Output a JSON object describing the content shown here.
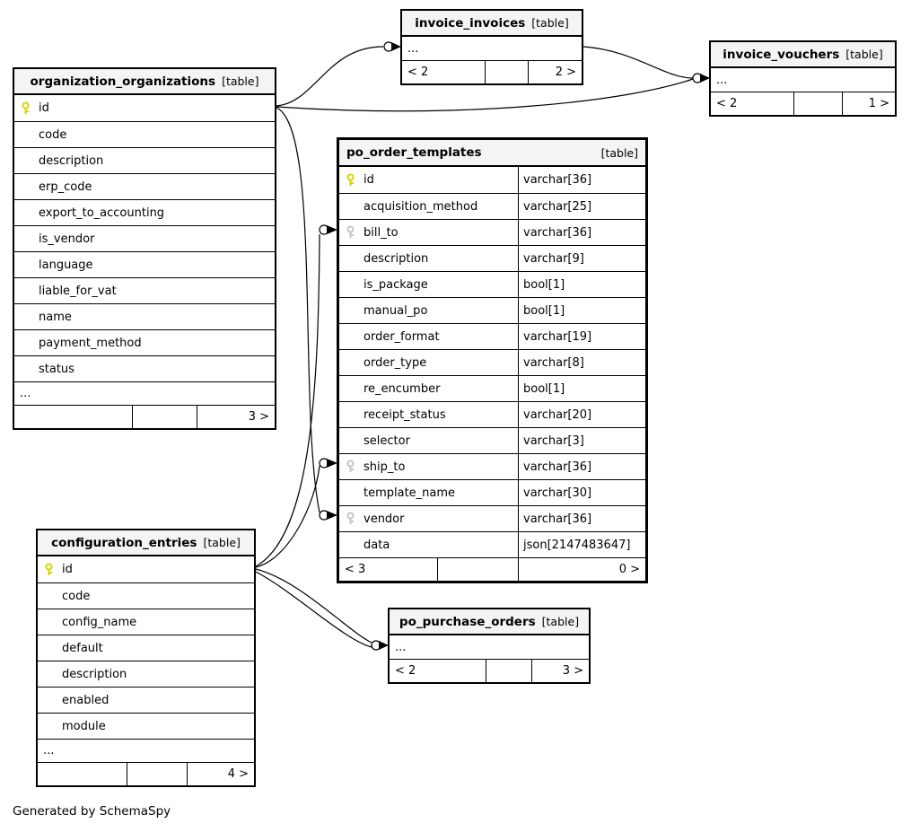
{
  "diagram": {
    "generated_note": "Generated by SchemaSpy",
    "colors": {
      "pk_key": "#d6d600",
      "fk_key": "#c6c6c6",
      "header_bg": "#f4f4f4",
      "border": "#000000",
      "background": "#ffffff"
    },
    "tables": [
      {
        "name": "organization_organizations",
        "tag": "[table]",
        "columns": [
          {
            "name": "id",
            "key": "pk"
          },
          {
            "name": "code"
          },
          {
            "name": "description"
          },
          {
            "name": "erp_code"
          },
          {
            "name": "export_to_accounting"
          },
          {
            "name": "is_vendor"
          },
          {
            "name": "language"
          },
          {
            "name": "liable_for_vat"
          },
          {
            "name": "name"
          },
          {
            "name": "payment_method"
          },
          {
            "name": "status"
          },
          {
            "name": "...",
            "ellipsis": true
          }
        ],
        "footer": {
          "left": "",
          "mid": "",
          "right": "3 >"
        }
      },
      {
        "name": "invoice_invoices",
        "tag": "[table]",
        "columns": [
          {
            "name": "...",
            "ellipsis": true
          }
        ],
        "footer": {
          "left": "< 2",
          "mid": "",
          "right": "2 >"
        }
      },
      {
        "name": "invoice_vouchers",
        "tag": "[table]",
        "columns": [
          {
            "name": "...",
            "ellipsis": true
          }
        ],
        "footer": {
          "left": "< 2",
          "mid": "",
          "right": "1 >"
        }
      },
      {
        "name": "po_order_templates",
        "tag": "[table]",
        "show_types": true,
        "columns": [
          {
            "name": "id",
            "type": "varchar[36]",
            "key": "pk"
          },
          {
            "name": "acquisition_method",
            "type": "varchar[25]"
          },
          {
            "name": "bill_to",
            "type": "varchar[36]",
            "key": "fk"
          },
          {
            "name": "description",
            "type": "varchar[9]"
          },
          {
            "name": "is_package",
            "type": "bool[1]"
          },
          {
            "name": "manual_po",
            "type": "bool[1]"
          },
          {
            "name": "order_format",
            "type": "varchar[19]"
          },
          {
            "name": "order_type",
            "type": "varchar[8]"
          },
          {
            "name": "re_encumber",
            "type": "bool[1]"
          },
          {
            "name": "receipt_status",
            "type": "varchar[20]"
          },
          {
            "name": "selector",
            "type": "varchar[3]"
          },
          {
            "name": "ship_to",
            "type": "varchar[36]",
            "key": "fk"
          },
          {
            "name": "template_name",
            "type": "varchar[30]"
          },
          {
            "name": "vendor",
            "type": "varchar[36]",
            "key": "fk"
          },
          {
            "name": "data",
            "type": "json[2147483647]"
          }
        ],
        "footer": {
          "left": "< 3",
          "mid": "",
          "right": "0 >"
        }
      },
      {
        "name": "configuration_entries",
        "tag": "[table]",
        "columns": [
          {
            "name": "id",
            "key": "pk"
          },
          {
            "name": "code"
          },
          {
            "name": "config_name"
          },
          {
            "name": "default"
          },
          {
            "name": "description"
          },
          {
            "name": "enabled"
          },
          {
            "name": "module"
          },
          {
            "name": "...",
            "ellipsis": true
          }
        ],
        "footer": {
          "left": "",
          "mid": "",
          "right": "4 >"
        }
      },
      {
        "name": "po_purchase_orders",
        "tag": "[table]",
        "columns": [
          {
            "name": "...",
            "ellipsis": true
          }
        ],
        "footer": {
          "left": "< 2",
          "mid": "",
          "right": "3 >"
        }
      }
    ],
    "relations": [
      {
        "parent": "organization_organizations.id",
        "child": "invoice_invoices"
      },
      {
        "parent": "organization_organizations.id",
        "child": "invoice_vouchers"
      },
      {
        "parent": "invoice_invoices",
        "child": "invoice_vouchers"
      },
      {
        "parent": "organization_organizations.id",
        "child": "po_order_templates.vendor"
      },
      {
        "parent": "configuration_entries.id",
        "child": "po_order_templates.bill_to"
      },
      {
        "parent": "configuration_entries.id",
        "child": "po_order_templates.ship_to"
      },
      {
        "parent": "configuration_entries.id",
        "child": "po_purchase_orders"
      },
      {
        "parent": "configuration_entries.id",
        "child": "po_purchase_orders"
      }
    ]
  }
}
